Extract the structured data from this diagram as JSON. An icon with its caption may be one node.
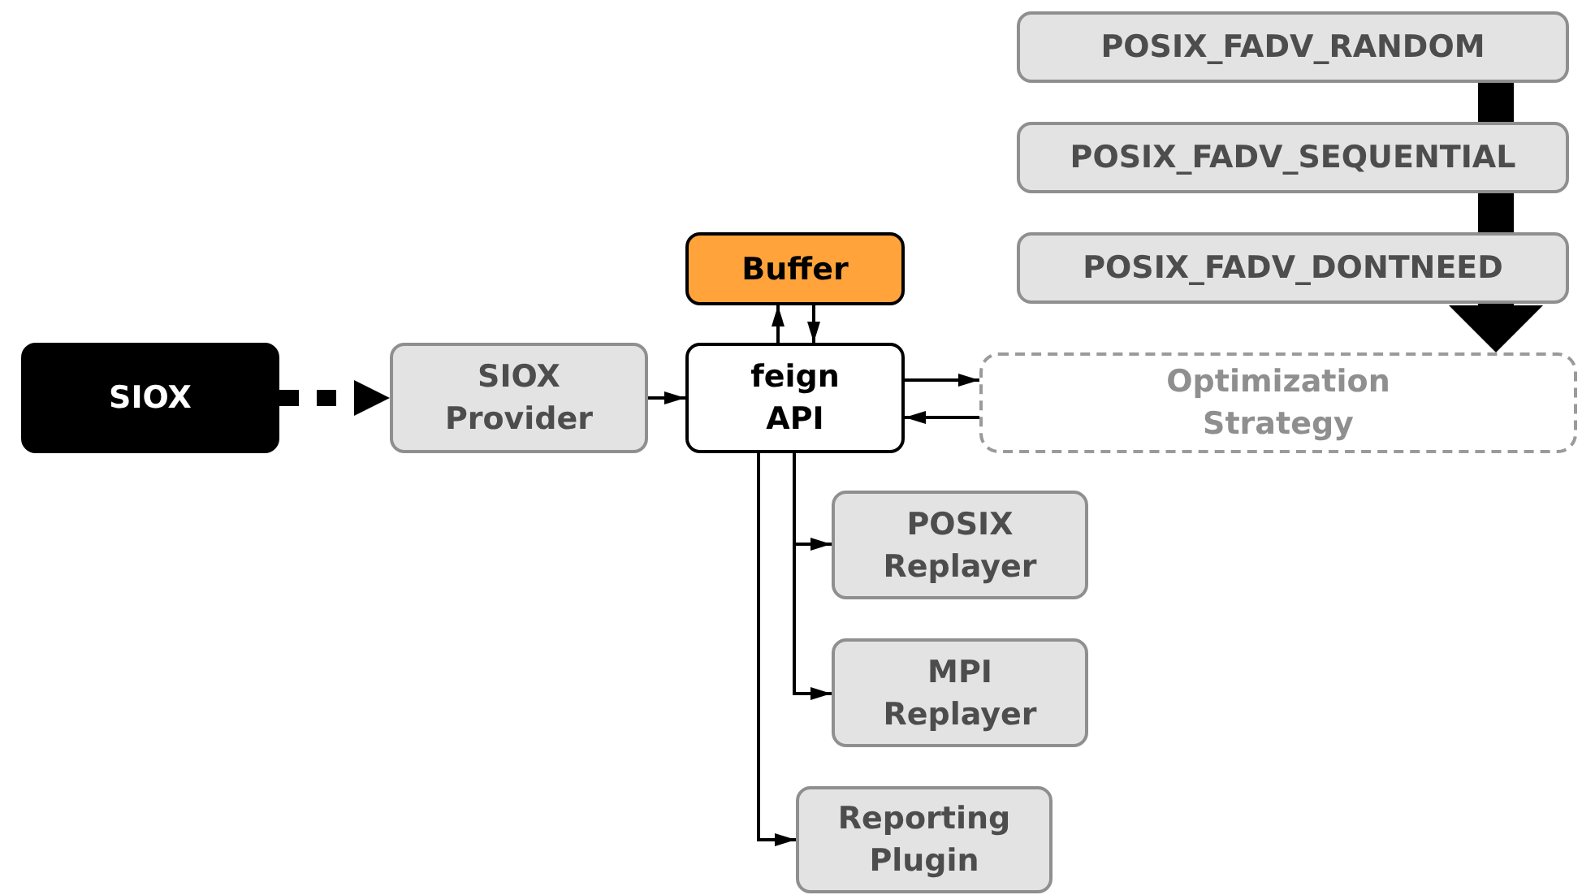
{
  "diagram": {
    "nodes": [
      {
        "text": [
          "POSIX_FADV_RANDOM"
        ]
      },
      {
        "text": [
          "POSIX_FADV_SEQUENTIAL"
        ]
      },
      {
        "text": [
          "POSIX_FADV_DONTNEED"
        ]
      },
      {
        "text": [
          "Buffer"
        ]
      },
      {
        "text": [
          "SIOX"
        ]
      },
      {
        "text": [
          "SIOX Provider"
        ]
      },
      {
        "text": [
          "feign API"
        ]
      },
      {
        "text": [
          "Optimization Strategy"
        ]
      },
      {
        "text": [
          "POSIX Replayer"
        ]
      },
      {
        "text": [
          "MPI Replayer"
        ]
      },
      {
        "text": [
          "Reporting Plugin"
        ]
      }
    ],
    "edges": [
      {
        "from": 0,
        "to": 1,
        "arrow": "none",
        "style": "thick"
      },
      {
        "from": 1,
        "to": 2,
        "arrow": "none",
        "style": "thick"
      },
      {
        "from": 2,
        "to": 7,
        "arrow": "to",
        "style": "thick"
      },
      {
        "from": 4,
        "to": 5,
        "arrow": "to",
        "style": "dashed"
      },
      {
        "from": 5,
        "to": 6,
        "arrow": "to"
      },
      {
        "from": 6,
        "to": 3,
        "arrow": "to"
      },
      {
        "from": 3,
        "to": 6,
        "arrow": "to"
      },
      {
        "from": 6,
        "to": 7,
        "arrow": "to"
      },
      {
        "from": 7,
        "to": 6,
        "arrow": "to"
      },
      {
        "from": 6,
        "to": 8,
        "arrow": "to"
      },
      {
        "from": 6,
        "to": 9,
        "arrow": "to"
      },
      {
        "from": 6,
        "to": 10,
        "arrow": "to"
      }
    ]
  }
}
